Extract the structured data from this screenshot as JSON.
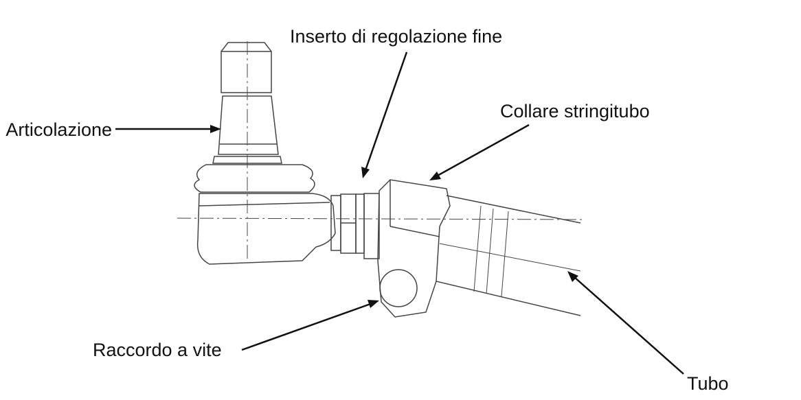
{
  "labels": {
    "fine_adjust": "Inserto di regolazione fine",
    "joint": "Articolazione",
    "clamp": "Collare stringitubo",
    "screw": "Raccordo a vite",
    "tube": "Tubo"
  }
}
